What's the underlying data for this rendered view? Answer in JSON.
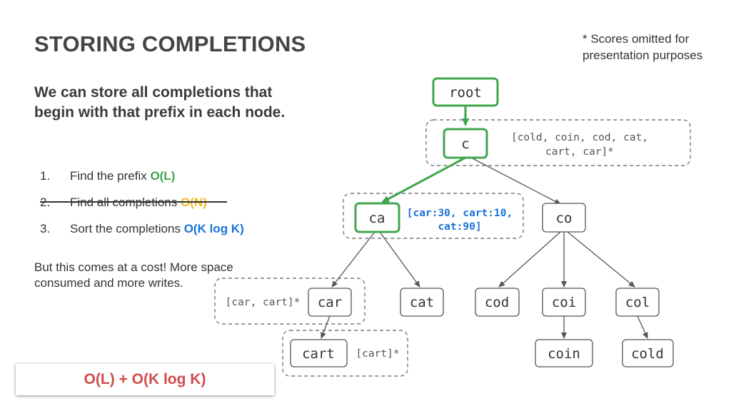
{
  "slide": {
    "title": "STORING COMPLETIONS",
    "note": "* Scores omitted for presentation purposes",
    "lead": "We can store all completions that begin with that prefix in each node.",
    "steps": [
      {
        "num": "1.",
        "text": "Find the prefix ",
        "cost": "O(L)"
      },
      {
        "num": "2.",
        "text": "Find all completions ",
        "cost": "O(N)"
      },
      {
        "num": "3.",
        "text": "Sort the completions ",
        "cost": "O(K log K)"
      }
    ],
    "cost_note": "But this comes at a cost! More space consumed and more writes.",
    "result": "O(L) + O(K log K)"
  },
  "colors": {
    "highlight_green": "#3fa64c",
    "struck_yellow": "#f0b92a",
    "sort_blue": "#1a73d9",
    "result_red": "#d24b4b",
    "node_border": "#555555"
  },
  "tree": {
    "nodes": {
      "root": "root",
      "c": "c",
      "ca": "ca",
      "co": "co",
      "car": "car",
      "cat": "cat",
      "cart": "cart",
      "cod": "cod",
      "coi": "coi",
      "col": "col",
      "coin": "coin",
      "cold": "cold"
    },
    "annotations": {
      "c_line1": "[cold, coin, cod, cat,",
      "c_line2": "cart, car]*",
      "ca_line1": "[car:30, cart:10,",
      "ca_line2": "cat:90]",
      "car": "[car, cart]*",
      "cart": "[cart]*"
    }
  }
}
